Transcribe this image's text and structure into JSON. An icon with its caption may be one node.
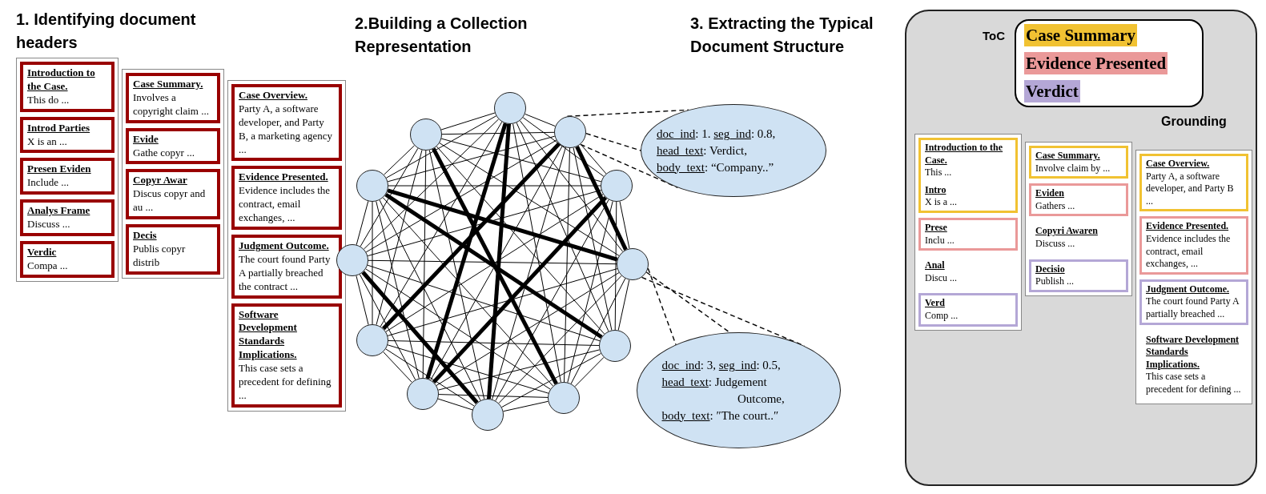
{
  "diagram": {
    "nodes": [
      {
        "text": [],
        "shape": "box"
      },
      {
        "text": [
          "Introduction to the Case.",
          "This do ..."
        ],
        "in": 0
      },
      {
        "text": [
          "Introd Parties",
          "X is an ..."
        ],
        "in": 0
      },
      {
        "text": [
          "Presen Eviden",
          "Include ..."
        ],
        "in": 0
      },
      {
        "text": [
          "Analys Frame",
          "Discuss ..."
        ],
        "in": 0
      },
      {
        "text": [
          "Verdic",
          "Compa ..."
        ],
        "in": 0
      },
      {
        "text": [],
        "shape": "box"
      },
      {
        "text": [
          "Case Summary.",
          "Involves a copyright claim ..."
        ],
        "in": 6
      },
      {
        "text": [
          "Evide",
          "Gathe copyr ..."
        ],
        "in": 6
      },
      {
        "text": [
          "Copyr Awar",
          "Discus copyr and au ..."
        ],
        "in": 6
      },
      {
        "text": [
          "Decis",
          "Publis copyr distrib"
        ],
        "in": 6
      },
      {
        "text": [],
        "shape": "box"
      },
      {
        "text": [
          "Case Overview.",
          "Party A, a software developer, and Party B, a marketing agency ..."
        ],
        "in": 11
      },
      {
        "text": [
          "Evidence Presented.",
          "Evidence includes the contract, email exchanges, ..."
        ],
        "in": 11
      },
      {
        "text": [
          "Judgment Outcome.",
          "The court found Party A partially breached the contract ..."
        ],
        "in": 11
      },
      {
        "text": [
          "Software Development Standards Implications.",
          "This case sets a precedent for defining ..."
        ],
        "in": 11
      },
      {
        "text": [],
        "shape": "circle"
      },
      {
        "text": [],
        "shape": "circle"
      },
      {
        "text": [],
        "shape": "circle"
      },
      {
        "text": [],
        "shape": "circle"
      },
      {
        "text": [],
        "shape": "circle"
      },
      {
        "text": [],
        "shape": "circle"
      },
      {
        "text": [],
        "shape": "circle"
      },
      {
        "text": [],
        "shape": "circle"
      },
      {
        "text": [],
        "shape": "circle"
      },
      {
        "text": [],
        "shape": "circle"
      },
      {
        "text": [],
        "shape": "circle"
      },
      {
        "text": [],
        "shape": "circle"
      },
      {
        "text": [
          "doc_ind: 1. seg_ind: 0.8,",
          "head_text: Verdict,",
          "body_text: “Company..”"
        ]
      },
      {
        "text": [
          "doc_ind: 3, seg_ind: 0.5,",
          "head_text: Judgement Outcome,",
          "body_text: ″The court..″"
        ]
      },
      {
        "text": [],
        "shape": "box"
      },
      {
        "text": [
          "ToC"
        ],
        "in": 30
      },
      {
        "text": [],
        "shape": "box",
        "in": 30
      },
      {
        "text": [
          "Introduction to the Case.",
          "This ...",
          "Intro",
          "X is a ..."
        ],
        "in": 32
      },
      {
        "text": [
          "Prese",
          "Inclu ..."
        ],
        "in": 32
      },
      {
        "text": [
          "Anal",
          "Discu ..."
        ],
        "in": 32
      },
      {
        "text": [
          "Verd",
          "Comp ..."
        ],
        "in": 32
      },
      {
        "text": [],
        "shape": "box",
        "in": 30
      },
      {
        "text": [
          "Case Summary.",
          "Involve claim by ..."
        ],
        "in": 37
      },
      {
        "text": [
          "Eviden",
          "Gathers ..."
        ],
        "in": 37
      },
      {
        "text": [
          "Copyri Awaren",
          "Discuss ..."
        ],
        "in": 37
      },
      {
        "text": [
          "Decisio",
          "Publish ..."
        ],
        "in": 37
      },
      {
        "text": [],
        "shape": "box",
        "in": 30
      },
      {
        "text": [
          "Case Overview.",
          "Party A, a software developer, and Party B ..."
        ],
        "in": 42
      },
      {
        "text": [
          "Evidence Presented.",
          "Evidence includes the contract, email exchanges, ..."
        ],
        "in": 42
      },
      {
        "text": [
          "Judgment Outcome.",
          "The court found Party A partially breached ..."
        ],
        "in": 42
      },
      {
        "text": [
          "Software Development Standards Implications.",
          "This case sets a precedent for defining ..."
        ],
        "in": 42
      }
    ],
    "edges": [
      {
        "from": 16,
        "to": 17,
        "arrow": "none"
      },
      {
        "from": 16,
        "to": 18,
        "arrow": "none"
      },
      {
        "from": 16,
        "to": 19,
        "arrow": "none"
      },
      {
        "from": 16,
        "to": 20,
        "arrow": "none"
      },
      {
        "from": 16,
        "to": 21,
        "arrow": "none"
      },
      {
        "from": 16,
        "to": 22,
        "arrow": "none"
      },
      {
        "from": 16,
        "to": 23,
        "arrow": "none"
      },
      {
        "from": 16,
        "to": 24,
        "arrow": "none"
      },
      {
        "from": 16,
        "to": 25,
        "arrow": "none",
        "style": "thick"
      },
      {
        "from": 16,
        "to": 26,
        "arrow": "none"
      },
      {
        "from": 16,
        "to": 27,
        "arrow": "none",
        "style": "thick"
      },
      {
        "from": 17,
        "to": 18,
        "arrow": "none"
      },
      {
        "from": 17,
        "to": 19,
        "arrow": "none"
      },
      {
        "from": 17,
        "to": 20,
        "arrow": "none"
      },
      {
        "from": 17,
        "to": 21,
        "arrow": "none"
      },
      {
        "from": 17,
        "to": 22,
        "arrow": "none"
      },
      {
        "from": 17,
        "to": 23,
        "arrow": "none"
      },
      {
        "from": 17,
        "to": 24,
        "arrow": "none"
      },
      {
        "from": 17,
        "to": 25,
        "arrow": "none"
      },
      {
        "from": 17,
        "to": 26,
        "arrow": "none",
        "style": "thick"
      },
      {
        "from": 17,
        "to": 27,
        "arrow": "none"
      },
      {
        "from": 18,
        "to": 19,
        "arrow": "none"
      },
      {
        "from": 18,
        "to": 20,
        "arrow": "none"
      },
      {
        "from": 18,
        "to": 21,
        "arrow": "none"
      },
      {
        "from": 18,
        "to": 22,
        "arrow": "none",
        "style": "thick"
      },
      {
        "from": 18,
        "to": 23,
        "arrow": "none",
        "style": "thick"
      },
      {
        "from": 18,
        "to": 24,
        "arrow": "none"
      },
      {
        "from": 18,
        "to": 25,
        "arrow": "none"
      },
      {
        "from": 18,
        "to": 26,
        "arrow": "none"
      },
      {
        "from": 18,
        "to": 27,
        "arrow": "none"
      },
      {
        "from": 19,
        "to": 20,
        "arrow": "none"
      },
      {
        "from": 19,
        "to": 21,
        "arrow": "none"
      },
      {
        "from": 19,
        "to": 22,
        "arrow": "none",
        "style": "thick"
      },
      {
        "from": 19,
        "to": 23,
        "arrow": "none"
      },
      {
        "from": 19,
        "to": 24,
        "arrow": "none",
        "style": "thick"
      },
      {
        "from": 19,
        "to": 25,
        "arrow": "none"
      },
      {
        "from": 19,
        "to": 26,
        "arrow": "none"
      },
      {
        "from": 19,
        "to": 27,
        "arrow": "none"
      },
      {
        "from": 20,
        "to": 21,
        "arrow": "none"
      },
      {
        "from": 20,
        "to": 22,
        "arrow": "none"
      },
      {
        "from": 20,
        "to": 23,
        "arrow": "none"
      },
      {
        "from": 20,
        "to": 24,
        "arrow": "none"
      },
      {
        "from": 20,
        "to": 25,
        "arrow": "none",
        "style": "thick"
      },
      {
        "from": 20,
        "to": 26,
        "arrow": "none"
      },
      {
        "from": 20,
        "to": 27,
        "arrow": "none"
      },
      {
        "from": 21,
        "to": 22,
        "arrow": "none"
      },
      {
        "from": 21,
        "to": 23,
        "arrow": "none"
      },
      {
        "from": 21,
        "to": 24,
        "arrow": "none"
      },
      {
        "from": 21,
        "to": 25,
        "arrow": "none"
      },
      {
        "from": 21,
        "to": 26,
        "arrow": "none"
      },
      {
        "from": 21,
        "to": 27,
        "arrow": "none",
        "style": "thick"
      },
      {
        "from": 22,
        "to": 23,
        "arrow": "none"
      },
      {
        "from": 22,
        "to": 24,
        "arrow": "none"
      },
      {
        "from": 22,
        "to": 25,
        "arrow": "none"
      },
      {
        "from": 22,
        "to": 26,
        "arrow": "none"
      },
      {
        "from": 22,
        "to": 27,
        "arrow": "none"
      },
      {
        "from": 23,
        "to": 24,
        "arrow": "none"
      },
      {
        "from": 23,
        "to": 25,
        "arrow": "none"
      },
      {
        "from": 23,
        "to": 26,
        "arrow": "none"
      },
      {
        "from": 23,
        "to": 27,
        "arrow": "none"
      },
      {
        "from": 24,
        "to": 25,
        "arrow": "none"
      },
      {
        "from": 24,
        "to": 26,
        "arrow": "none"
      },
      {
        "from": 24,
        "to": 27,
        "arrow": "none"
      },
      {
        "from": 25,
        "to": 26,
        "arrow": "none"
      },
      {
        "from": 25,
        "to": 27,
        "arrow": "none"
      },
      {
        "from": 26,
        "to": 27,
        "arrow": "none"
      },
      {
        "from": 18,
        "to": 28,
        "arrow": "none",
        "style": "dashed"
      },
      {
        "from": 18,
        "to": 28,
        "arrow": "none",
        "style": "dashed"
      },
      {
        "from": 18,
        "to": 28,
        "arrow": "none",
        "style": "dashed"
      },
      {
        "from": 22,
        "to": 29,
        "arrow": "none",
        "style": "dashed"
      },
      {
        "from": 22,
        "to": 29,
        "arrow": "none",
        "style": "dashed"
      },
      {
        "from": 22,
        "to": 29,
        "arrow": "none",
        "style": "dashed"
      }
    ],
    "labels": [
      "1. Identifying document headers",
      "2.Building a Collection Representation",
      "3. Extracting the Typical Document Structure",
      "Grounding"
    ],
    "legend": [
      {
        "text": "Case Summary",
        "color": "#f1c232"
      },
      {
        "text": "Evidence Presented",
        "color": "#ea9999"
      },
      {
        "text": "Verdict",
        "color": "#b4a7d6"
      }
    ]
  }
}
